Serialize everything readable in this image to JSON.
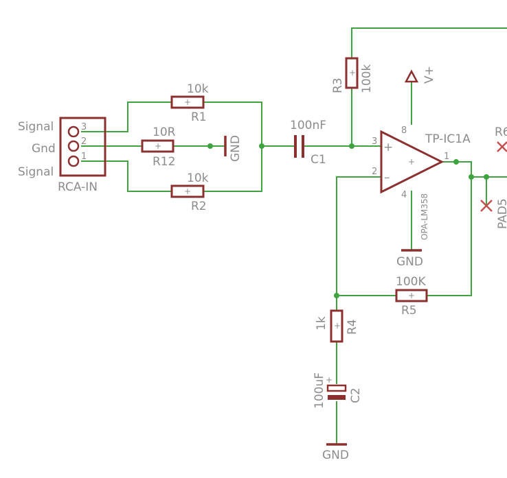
{
  "connector": {
    "name": "RCA-IN",
    "pin3": "3",
    "pin2": "2",
    "pin1": "1",
    "sig3": "Signal",
    "sig2": "Gnd",
    "sig1": "Signal"
  },
  "r1": {
    "name": "R1",
    "value": "10k"
  },
  "r2": {
    "name": "R2",
    "value": "10k"
  },
  "r12": {
    "name": "R12",
    "value": "10R"
  },
  "gnd_mid": "GND",
  "c1": {
    "name": "C1",
    "value": "100nF"
  },
  "r3": {
    "name": "R3",
    "value": "100k"
  },
  "vplus": "V+",
  "opamp": {
    "name": "TP-IC1A",
    "part": "OPA-LM358",
    "pin8": "8",
    "pin4": "4",
    "pin3": "3",
    "pin2": "2",
    "pin1": "1",
    "plus": "+",
    "minus": "–",
    "center": "+"
  },
  "gnd_opamp": "GND",
  "pad5": "PAD5",
  "r6_partial": "R6",
  "r5": {
    "name": "R5",
    "value": "100K"
  },
  "r4": {
    "name": "R4",
    "value": "1k"
  },
  "c2": {
    "name": "C2",
    "value": "100uF"
  },
  "gnd_bottom": "GND",
  "colors": {
    "wire": "#3fa33f",
    "part": "#8c2f2f",
    "label": "#8c8c8c",
    "no_connect": "#c0504d"
  }
}
